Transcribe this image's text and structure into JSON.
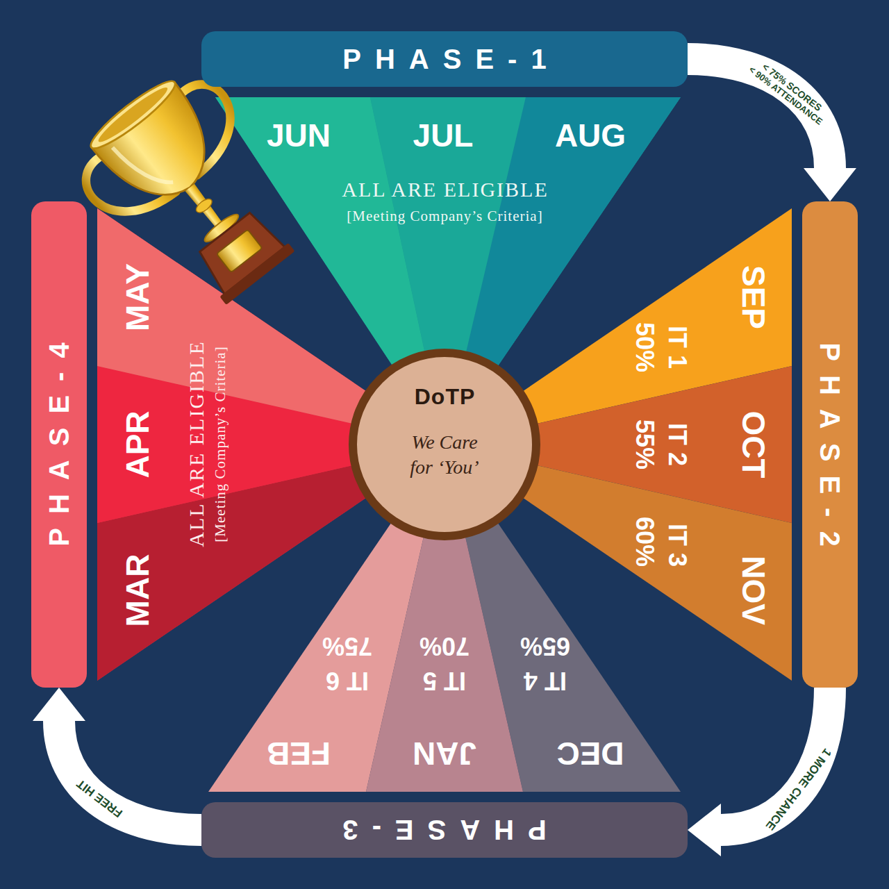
{
  "diagram": {
    "nodes": [
      {
        "text": [
          "PHASE-1"
        ]
      },
      {
        "text": [
          "ALL ARE ELIGIBLE",
          "[Meeting Company’s Criteria]"
        ]
      },
      {
        "text": [
          "JUN"
        ],
        "in": 1
      },
      {
        "text": [
          "JUL"
        ],
        "in": 1
      },
      {
        "text": [
          "AUG"
        ],
        "in": 1
      },
      {
        "text": [
          "PHASE-2"
        ]
      },
      {
        "text": [
          "SEP",
          "IT 1",
          "50%"
        ]
      },
      {
        "text": [
          "OCT",
          "IT 2",
          "55%"
        ]
      },
      {
        "text": [
          "NOV",
          "IT 3",
          "60%"
        ]
      },
      {
        "text": [
          "PHASE-3"
        ]
      },
      {
        "text": [
          "DEC",
          "IT 4",
          "65%"
        ]
      },
      {
        "text": [
          "JAN",
          "IT 5",
          "70%"
        ]
      },
      {
        "text": [
          "FEB",
          "IT 6",
          "75%"
        ]
      },
      {
        "text": [
          "PHASE-4"
        ]
      },
      {
        "text": [
          "ALL ARE ELIGIBLE",
          "[Meeting Company’s Criteria]"
        ]
      },
      {
        "text": [
          "MAR"
        ],
        "in": 14
      },
      {
        "text": [
          "APR"
        ],
        "in": 14
      },
      {
        "text": [
          "MAY"
        ],
        "in": 14
      },
      {
        "text": [
          "DoTP",
          "We Care for ‘You’"
        ]
      }
    ],
    "edges": [
      {
        "from": 0,
        "to": 5,
        "arrow": "to"
      },
      {
        "from": 5,
        "to": 9,
        "label": "1 MORE CHANCE",
        "arrow": "to"
      },
      {
        "from": 9,
        "to": 13,
        "label": "FREE HIT",
        "arrow": "to"
      }
    ],
    "labels": [
      "< 75% SCORES",
      "< 90% ATTENDANCE"
    ]
  }
}
